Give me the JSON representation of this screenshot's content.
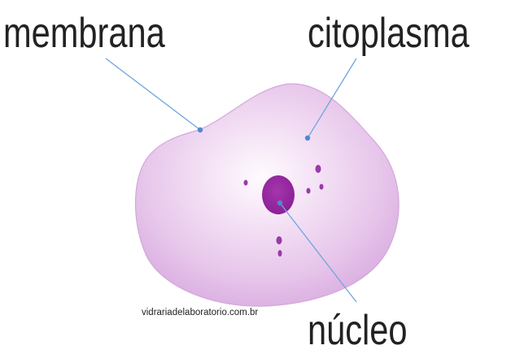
{
  "labels": {
    "membrane": "membrana",
    "cytoplasm": "citoplasma",
    "nucleus": "núcleo"
  },
  "watermark": "vidrariadelaboratorio.com.br",
  "colors": {
    "cell_fill_center": "#fdf6fc",
    "cell_fill_edge": "#dcb1e1",
    "cell_outline": "#d3a7da",
    "nucleus": "#97299f",
    "granules": "#9a3aa8",
    "leader_lines": "#6fa5df",
    "leader_dots": "#4f88d2",
    "text": "#222222"
  }
}
